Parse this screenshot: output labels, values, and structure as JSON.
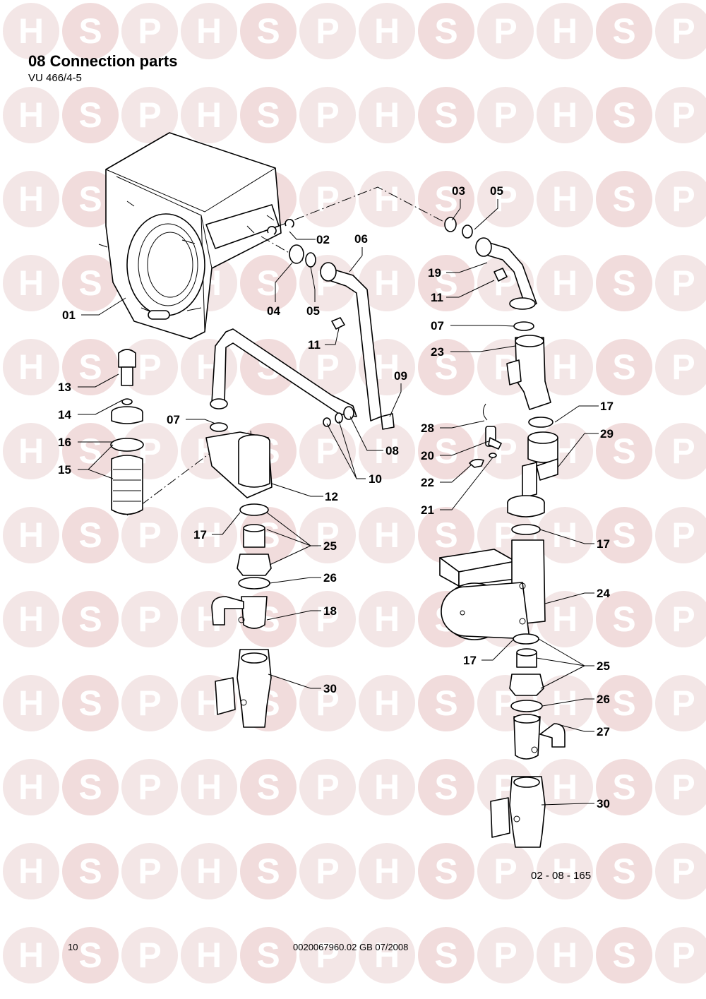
{
  "header": {
    "title": "08 Connection parts",
    "model": "VU 466/4-5"
  },
  "watermark": {
    "letters": [
      "H",
      "S",
      "P"
    ],
    "color_circle": "#f3e6e6",
    "color_circle_accent": "#f1dcdc",
    "color_text": "#ffffff"
  },
  "callouts": [
    {
      "id": "01",
      "text": "01"
    },
    {
      "id": "02",
      "text": "02"
    },
    {
      "id": "03",
      "text": "03"
    },
    {
      "id": "05a",
      "text": "05"
    },
    {
      "id": "06",
      "text": "06"
    },
    {
      "id": "04",
      "text": "04"
    },
    {
      "id": "05b",
      "text": "05"
    },
    {
      "id": "19",
      "text": "19"
    },
    {
      "id": "11a",
      "text": "11"
    },
    {
      "id": "11b",
      "text": "11"
    },
    {
      "id": "07a",
      "text": "07"
    },
    {
      "id": "23",
      "text": "23"
    },
    {
      "id": "09",
      "text": "09"
    },
    {
      "id": "13",
      "text": "13"
    },
    {
      "id": "14",
      "text": "14"
    },
    {
      "id": "07b",
      "text": "07"
    },
    {
      "id": "16",
      "text": "16"
    },
    {
      "id": "15",
      "text": "15"
    },
    {
      "id": "08",
      "text": "08"
    },
    {
      "id": "10",
      "text": "10"
    },
    {
      "id": "28",
      "text": "28"
    },
    {
      "id": "20",
      "text": "20"
    },
    {
      "id": "22",
      "text": "22"
    },
    {
      "id": "21",
      "text": "21"
    },
    {
      "id": "17a",
      "text": "17"
    },
    {
      "id": "29",
      "text": "29"
    },
    {
      "id": "12",
      "text": "12"
    },
    {
      "id": "17b",
      "text": "17"
    },
    {
      "id": "25a",
      "text": "25"
    },
    {
      "id": "26a",
      "text": "26"
    },
    {
      "id": "18",
      "text": "18"
    },
    {
      "id": "30a",
      "text": "30"
    },
    {
      "id": "17c",
      "text": "17"
    },
    {
      "id": "24",
      "text": "24"
    },
    {
      "id": "17d",
      "text": "17"
    },
    {
      "id": "25b",
      "text": "25"
    },
    {
      "id": "26b",
      "text": "26"
    },
    {
      "id": "27",
      "text": "27"
    },
    {
      "id": "30b",
      "text": "30"
    }
  ],
  "footer": {
    "drawing_code": "02 - 08 - 165",
    "page_number": "10",
    "doc_ref": "0020067960.02 GB 07/2008"
  }
}
